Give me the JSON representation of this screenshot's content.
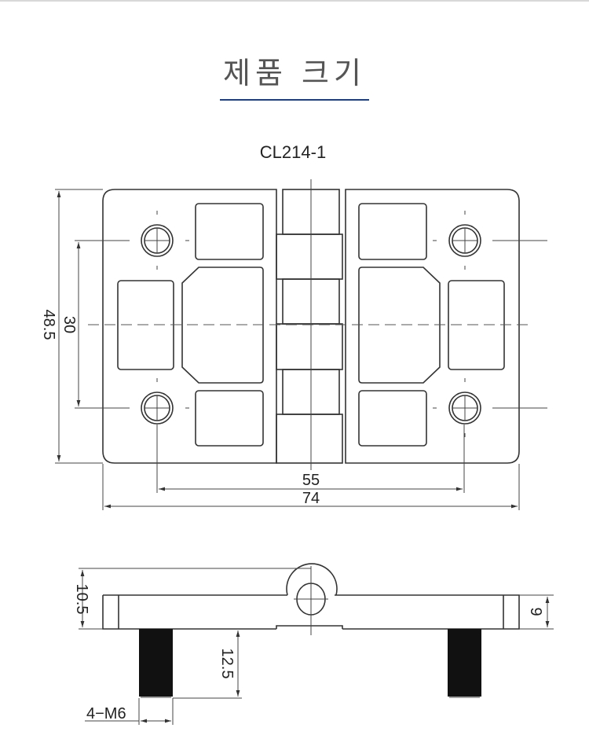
{
  "page": {
    "title": "제품 크기",
    "accent_color": "#1c3f8c"
  },
  "drawing": {
    "model": "CL214-1",
    "top_view": {
      "height_overall": "48.5",
      "hole_spacing_vertical": "30",
      "hole_spacing_horizontal": "55",
      "width_overall": "74"
    },
    "side_view": {
      "height_overall": "10.5",
      "plate_thickness": "9",
      "bolt_length": "12.5",
      "bolt_spec": "4−M6"
    }
  }
}
